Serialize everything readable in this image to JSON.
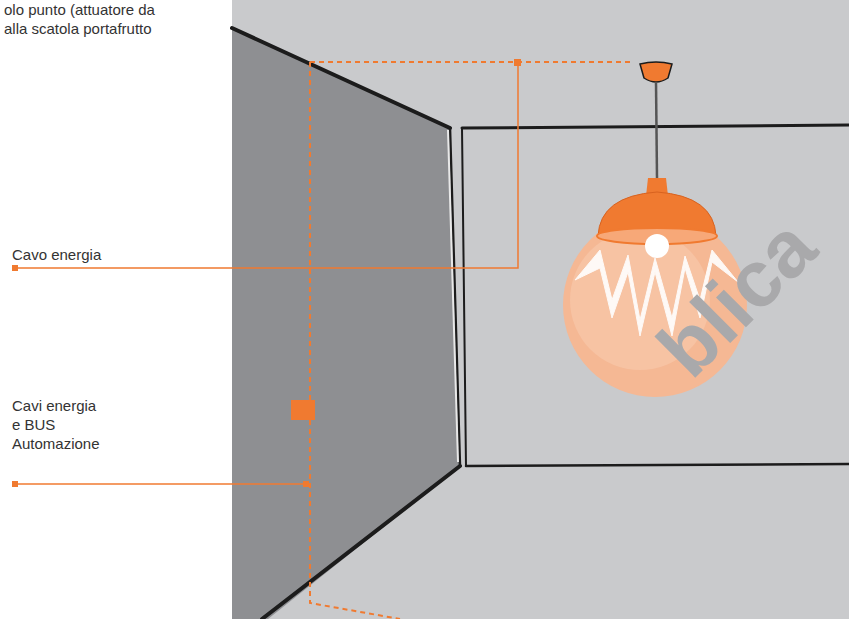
{
  "diagram": {
    "labels": [
      "olo punto (attuatore da alla scatola portafrutto",
      "Cavo energia",
      "Cavi energia e BUS Automazione",
      "blica"
    ]
  }
}
